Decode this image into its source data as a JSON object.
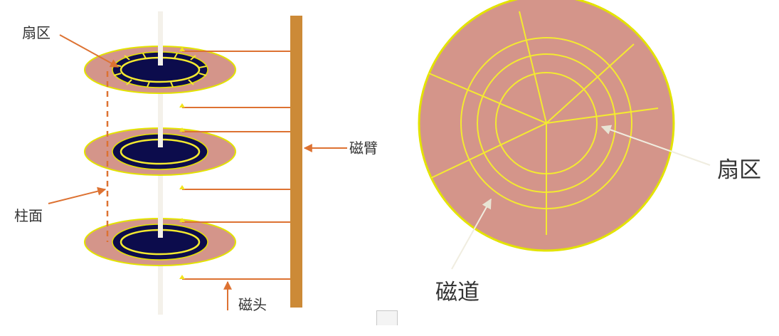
{
  "labels": {
    "sector_left": "扇区",
    "cylinder": "柱面",
    "arm": "磁臂",
    "head": "磁头",
    "sector_right": "扇区",
    "track": "磁道"
  },
  "colors": {
    "platter": "#d4958a",
    "platter_edge": "#e3e300",
    "core": "#0c0c4c",
    "track_line": "#f4ea30",
    "arm": "#cc8a37",
    "leader": "#dd7232",
    "spindle": "#f4f1ea",
    "pointer_light": "#f0ede0"
  },
  "diagram": {
    "left_platter_count": 3,
    "right_disk_tracks": 4,
    "right_disk_sectors_per_track": 6
  }
}
